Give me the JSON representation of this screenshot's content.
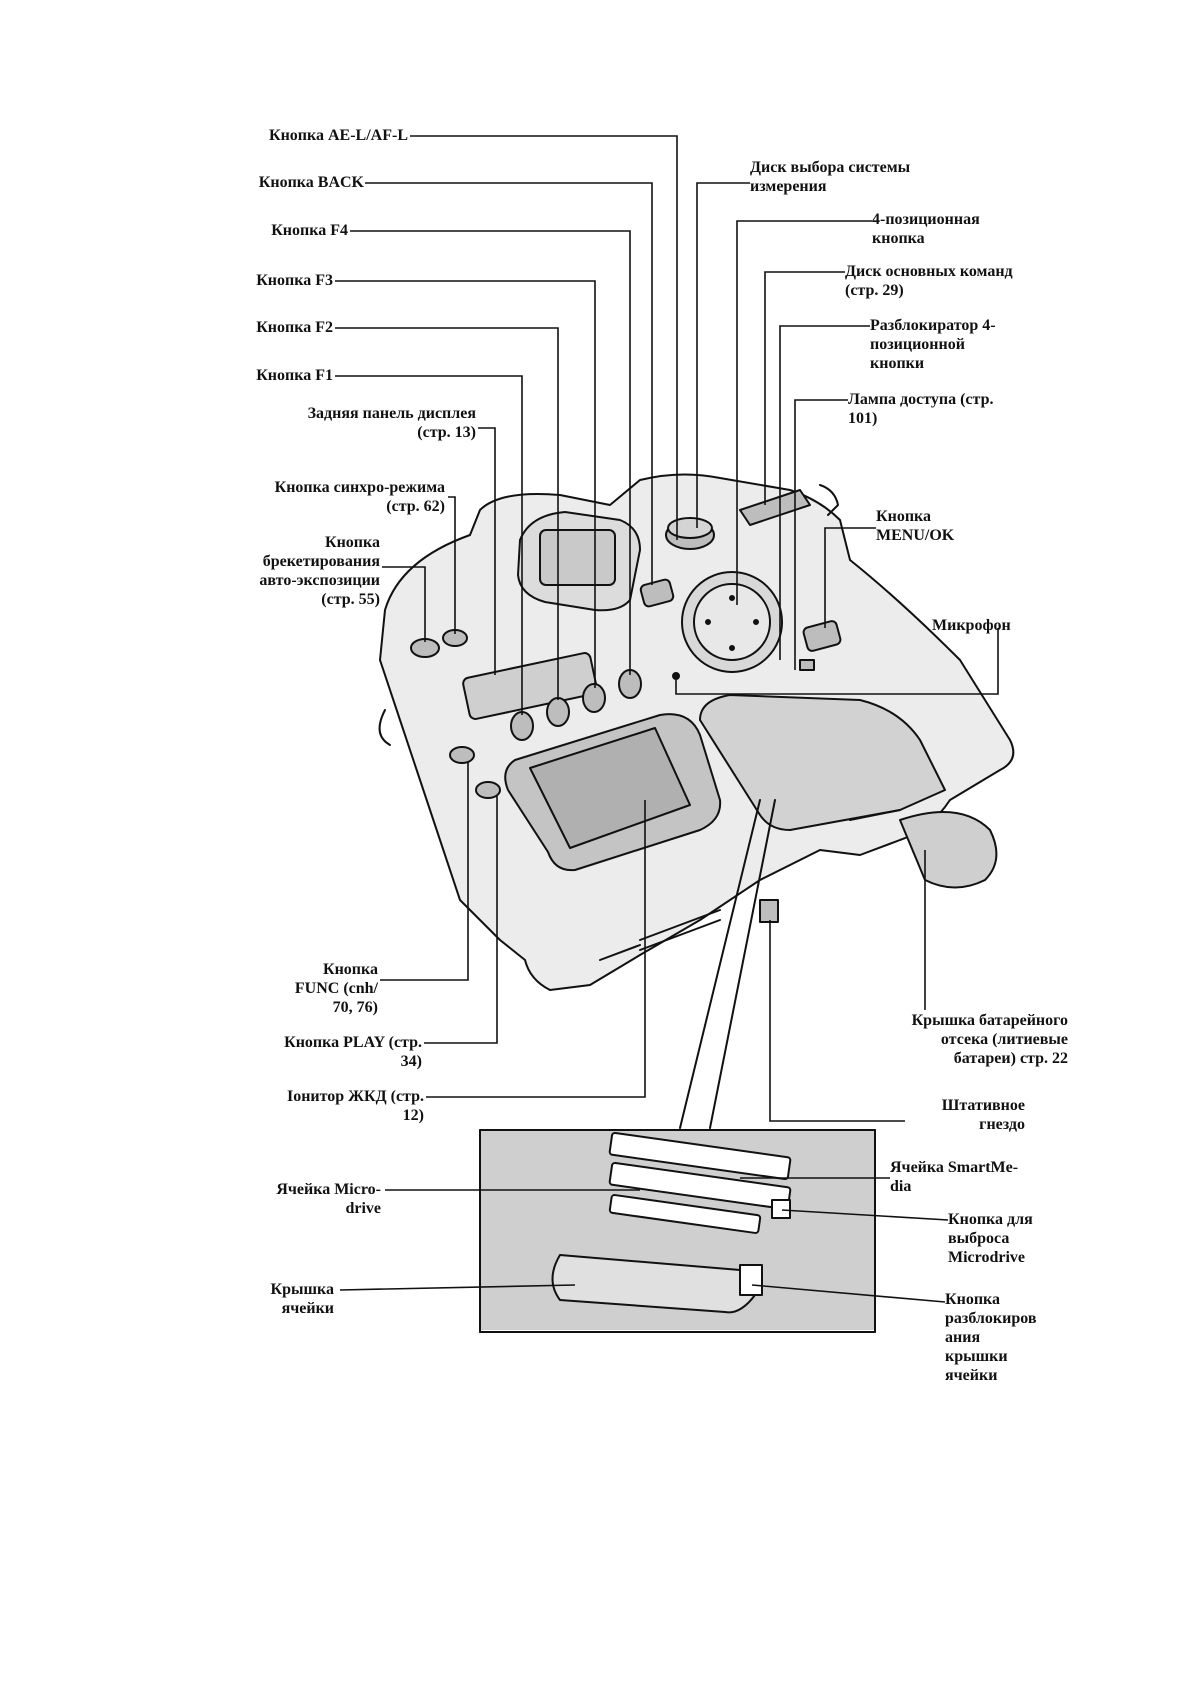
{
  "labels": {
    "ael": [
      "Кнопка AE-L/AF-L"
    ],
    "back": [
      "Кнопка BACK"
    ],
    "f4": [
      "Кнопка F4"
    ],
    "f3": [
      "Кнопка F3"
    ],
    "f2": [
      "Кнопка F2"
    ],
    "f1": [
      "Кнопка F1"
    ],
    "rear_panel": [
      "Задняя панель дисплея",
      "(стр. 13)"
    ],
    "sync": [
      "Кнопка синхро-режима",
      "(стр. 62)"
    ],
    "bracket": [
      "Кнопка",
      "брекетирования",
      "авто-экспозиции",
      "(стр. 55)"
    ],
    "func": [
      "Кнопка",
      "FUNC (cnh/",
      "70, 76)"
    ],
    "play": [
      "Кнопка PLAY (стр.",
      "34)"
    ],
    "lcd": [
      "Іонитор ЖКД (стр.",
      "12)"
    ],
    "microdrive_slot": [
      "Ячейка Micro-",
      "drive"
    ],
    "slot_cover": [
      "Крышка",
      "ячейки"
    ],
    "metering_dial": [
      "Диск выбора системы",
      "измерения"
    ],
    "four_way": [
      "4-позиционная",
      "кнопка"
    ],
    "command_dial": [
      "Диск основных команд",
      "(стр. 29)"
    ],
    "unlock_4way": [
      "Разблокиратор 4-",
      "позиционной",
      "кнопки"
    ],
    "access_lamp": [
      "Лампа доступа (стр.",
      "101)"
    ],
    "menu_ok": [
      "Кнопка",
      "MENU/OK"
    ],
    "microphone": [
      "Микрофон"
    ],
    "battery_cover": [
      "Крышка батарейного",
      "отсека (литиевые",
      "батареи) стр. 22"
    ],
    "tripod": [
      "Штативное",
      "гнездо"
    ],
    "smartmedia_slot": [
      "Ячейка SmartMe-",
      "dia"
    ],
    "eject_button": [
      "Кнопка для",
      "выброса",
      "Microdrive"
    ],
    "cover_release": [
      "Кнопка",
      "разблокиров",
      "ания",
      "крышки",
      "ячейки"
    ]
  }
}
